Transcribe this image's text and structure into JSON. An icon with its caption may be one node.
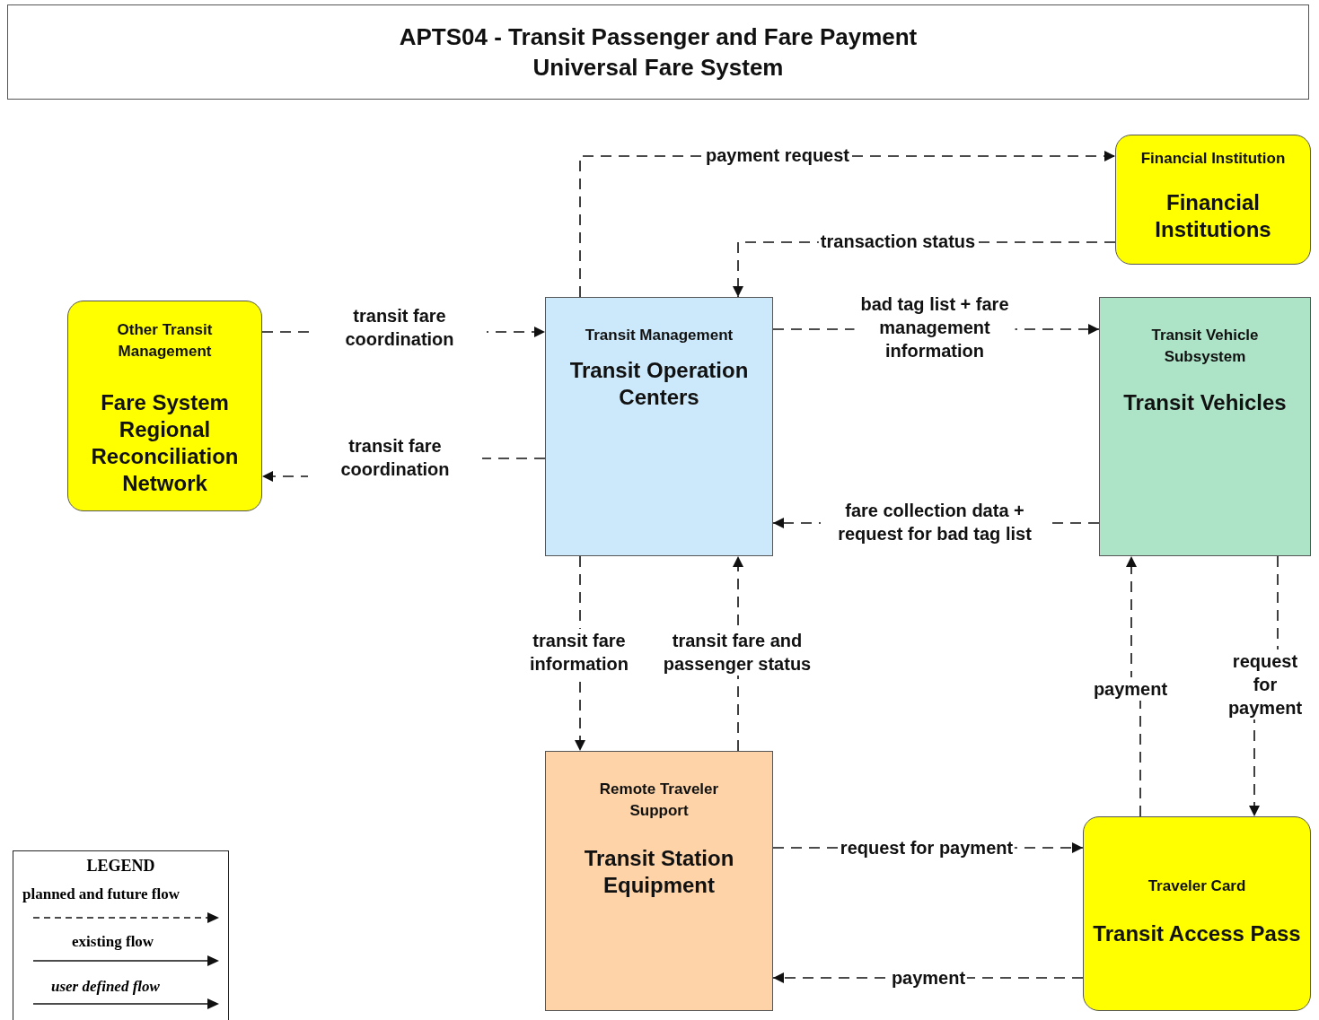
{
  "diagram": {
    "title": "APTS04 - Transit Passenger and Fare Payment Universal Fare System",
    "nodes": [
      {
        "text": [
          "Financial Institution",
          "Financial Institutions"
        ]
      },
      {
        "text": [
          "Other Transit Management",
          "Fare System Regional Reconciliation Network"
        ]
      },
      {
        "text": [
          "Transit Management",
          "Transit Operation Centers"
        ]
      },
      {
        "text": [
          "Transit Vehicle Subsystem",
          "Transit Vehicles"
        ]
      },
      {
        "text": [
          "Remote Traveler Support",
          "Transit Station Equipment"
        ]
      },
      {
        "text": [
          "Traveler Card",
          "Transit Access Pass"
        ]
      }
    ],
    "edges": [
      {
        "from": 2,
        "to": 0,
        "arrow": "to",
        "label": "payment request"
      },
      {
        "from": 0,
        "to": 2,
        "arrow": "to",
        "label": "transaction status"
      },
      {
        "from": 1,
        "to": 2,
        "arrow": "to",
        "label": "transit fare coordination"
      },
      {
        "from": 2,
        "to": 1,
        "arrow": "to",
        "label": "transit fare coordination"
      },
      {
        "from": 2,
        "to": 3,
        "arrow": "to",
        "label": "bad tag list + fare management information"
      },
      {
        "from": 3,
        "to": 2,
        "arrow": "to",
        "label": "fare collection data + request for bad tag list"
      },
      {
        "from": 2,
        "to": 4,
        "arrow": "to",
        "label": "transit fare information"
      },
      {
        "from": 4,
        "to": 2,
        "arrow": "to",
        "label": "transit fare and passenger status"
      },
      {
        "from": 5,
        "to": 3,
        "arrow": "to",
        "label": "payment"
      },
      {
        "from": 3,
        "to": 5,
        "arrow": "to",
        "label": "request for payment"
      },
      {
        "from": 4,
        "to": 5,
        "arrow": "to",
        "label": "request for payment"
      },
      {
        "from": 5,
        "to": 4,
        "arrow": "to",
        "label": "payment"
      }
    ],
    "labels": [
      "LEGEND"
    ],
    "legend": [
      {
        "text": "planned and future flow"
      },
      {
        "text": "existing flow"
      },
      {
        "text": "user defined flow"
      }
    ]
  }
}
